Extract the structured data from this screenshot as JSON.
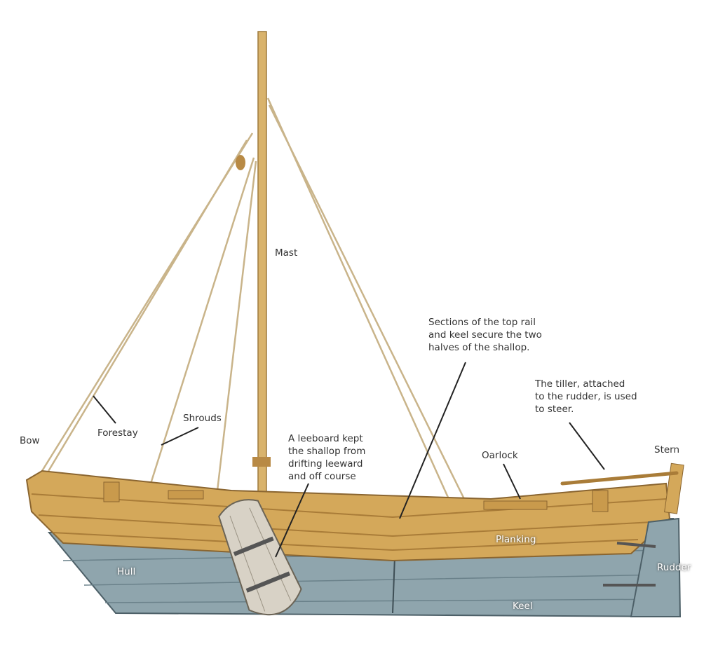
{
  "labels": {
    "mast": "Mast",
    "bow": "Bow",
    "forestay": "Forestay",
    "shrouds": "Shrouds",
    "leeboard": "A leeboard kept\nthe shallop from\ndrifting leeward\nand off course",
    "sections": "Sections of the top rail\nand keel secure the two\nhalves of the shallop.",
    "tiller": "The tiller, attached\nto the rudder, is used\nto steer.",
    "stern": "Stern",
    "oarlock": "Oarlock",
    "planking": "Planking",
    "hull": "Hull",
    "rudder": "Rudder",
    "keel": "Keel"
  },
  "colors": {
    "wood": "#d4a85a",
    "wood_dark": "#a97c38",
    "hull": "#8fa5ad",
    "hull_dark": "#5f767f",
    "rope": "#c9b48a",
    "text": "#333333"
  }
}
